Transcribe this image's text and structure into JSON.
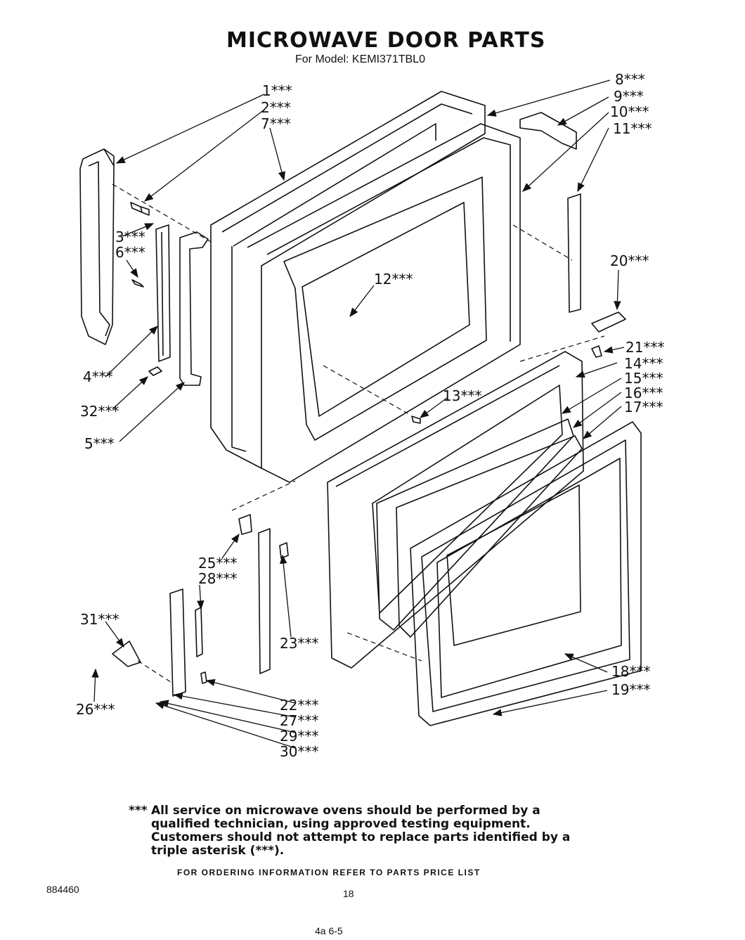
{
  "header": {
    "title": "MICROWAVE DOOR PARTS",
    "subtitle": "For Model: KEMI371TBL0"
  },
  "callouts": [
    {
      "id": "1",
      "text": "1***"
    },
    {
      "id": "2",
      "text": "2***"
    },
    {
      "id": "7",
      "text": "7***"
    },
    {
      "id": "3",
      "text": "3***"
    },
    {
      "id": "6",
      "text": "6***"
    },
    {
      "id": "4",
      "text": "4***"
    },
    {
      "id": "32",
      "text": "32***"
    },
    {
      "id": "5",
      "text": "5***"
    },
    {
      "id": "8",
      "text": "8***"
    },
    {
      "id": "9",
      "text": "9***"
    },
    {
      "id": "10",
      "text": "10***"
    },
    {
      "id": "11",
      "text": "11***"
    },
    {
      "id": "12",
      "text": "12***"
    },
    {
      "id": "20",
      "text": "20***"
    },
    {
      "id": "21",
      "text": "21***"
    },
    {
      "id": "14",
      "text": "14***"
    },
    {
      "id": "15",
      "text": "15***"
    },
    {
      "id": "16",
      "text": "16***"
    },
    {
      "id": "17",
      "text": "17***"
    },
    {
      "id": "13",
      "text": "13***"
    },
    {
      "id": "25",
      "text": "25***"
    },
    {
      "id": "28",
      "text": "28***"
    },
    {
      "id": "31",
      "text": "31***"
    },
    {
      "id": "23",
      "text": "23***"
    },
    {
      "id": "26",
      "text": "26***"
    },
    {
      "id": "22",
      "text": "22***"
    },
    {
      "id": "27",
      "text": "27***"
    },
    {
      "id": "29",
      "text": "29***"
    },
    {
      "id": "30",
      "text": "30***"
    },
    {
      "id": "18",
      "text": "18***"
    },
    {
      "id": "19",
      "text": "19***"
    }
  ],
  "note": {
    "mark": "***",
    "text": "All service on microwave ovens should be performed by a qualified technician, using approved testing equipment. Customers should not attempt to replace parts identified by a triple asterisk (***)."
  },
  "footer": {
    "ordering": "FOR ORDERING INFORMATION REFER TO PARTS PRICE LIST",
    "doc_number": "884460",
    "page_number": "18",
    "scrawl": "4a 6-5"
  },
  "colors": {
    "ink": "#111111",
    "paper": "#ffffff"
  }
}
